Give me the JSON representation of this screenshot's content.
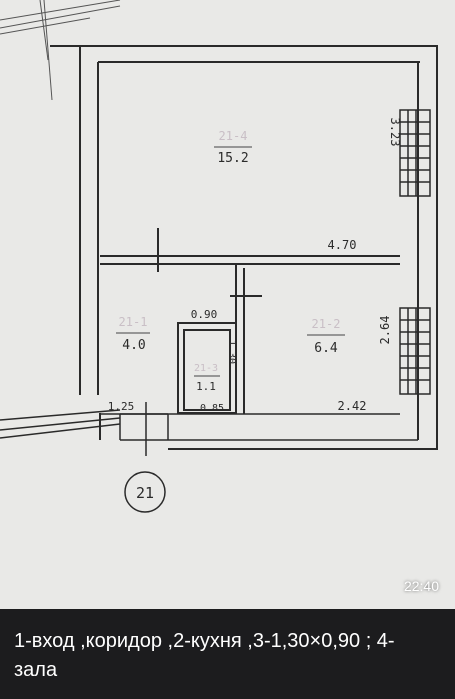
{
  "photo": {
    "timestamp": "22:40",
    "rooms": [
      {
        "id": "21-4",
        "area": "15.2"
      },
      {
        "id": "21-1",
        "area": "4.0"
      },
      {
        "id": "21-2",
        "area": "6.4"
      },
      {
        "id": "21-3",
        "area": "1.1"
      }
    ],
    "dimensions": {
      "height_top_right": "3.23",
      "width_main": "4.70",
      "height_right_lower": "2.64",
      "width_bottom_right": "2.42",
      "width_entrance": "1.25",
      "width_closet_top": "0.90",
      "height_closet": "1.30",
      "width_closet_bottom": "0.85"
    },
    "stamp": "21"
  },
  "caption": {
    "text": "1-вход ,коридор ,2-кухня ,3-1,30×0,90  ; 4- зала"
  }
}
